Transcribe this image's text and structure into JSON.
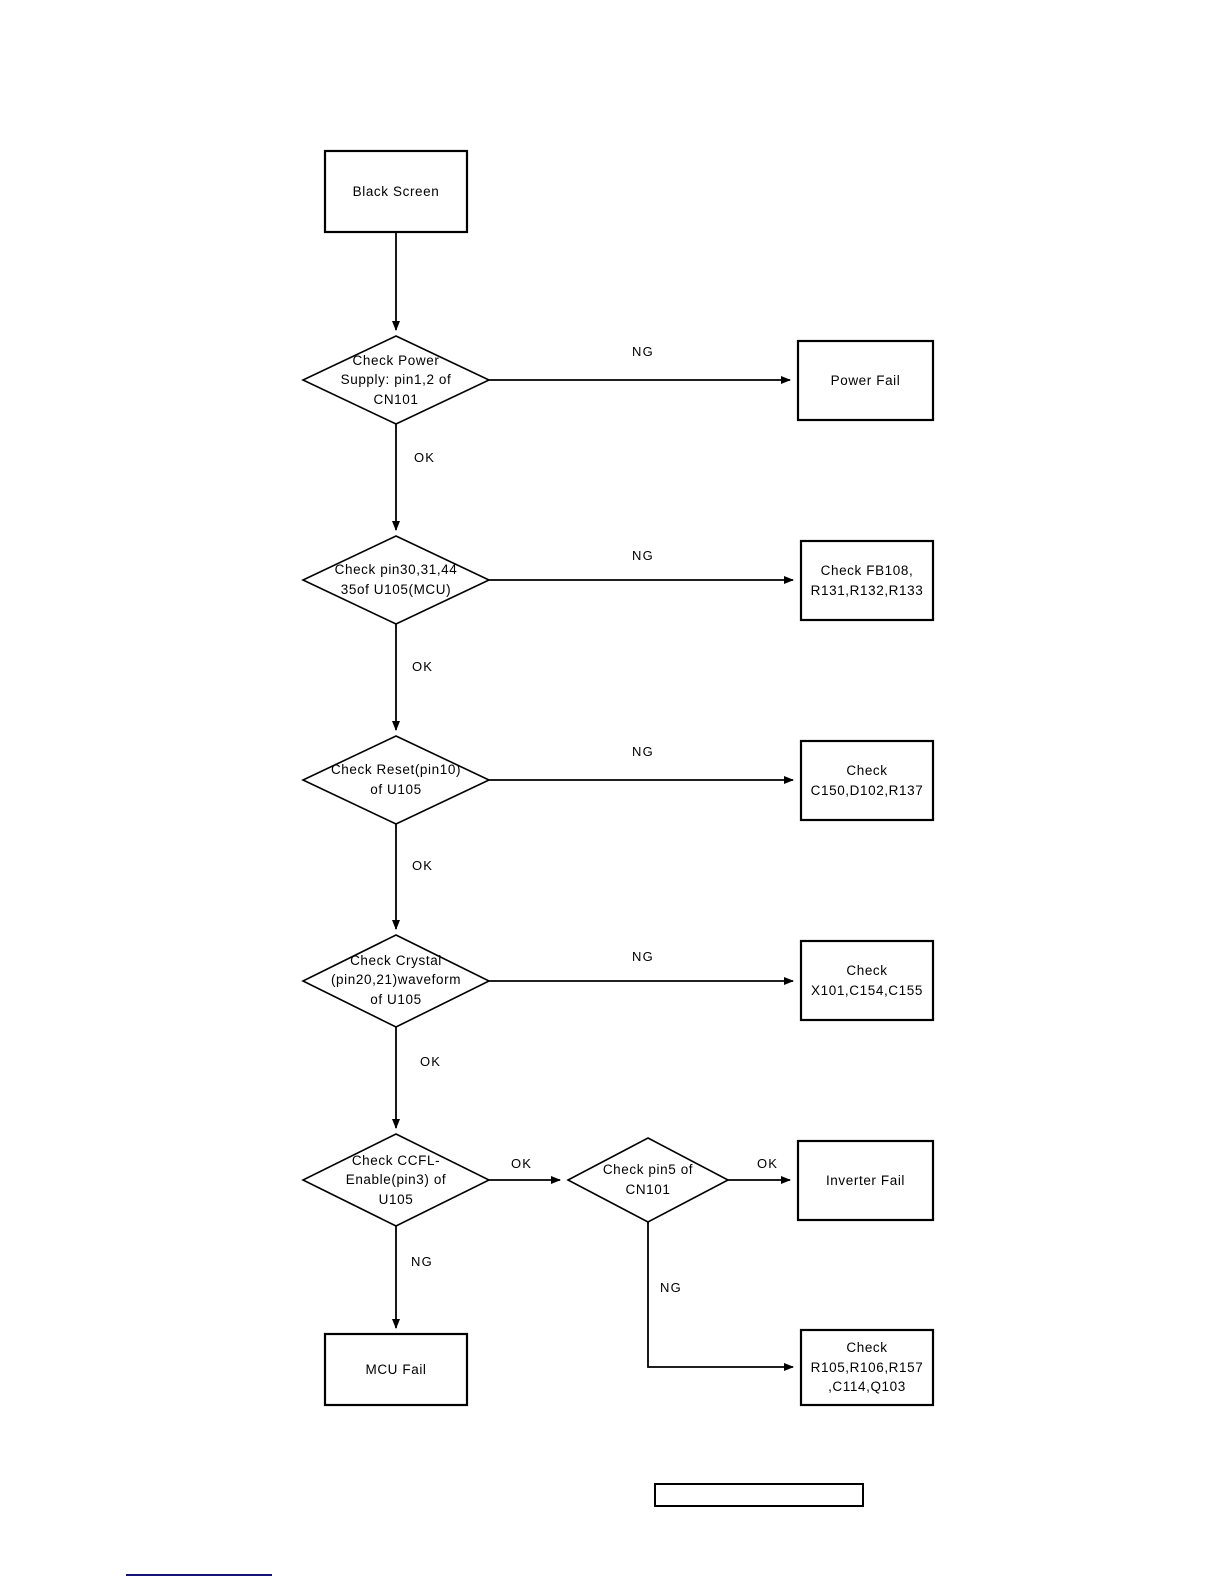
{
  "diagram": {
    "title": "Black Screen Troubleshooting Flowchart",
    "type": "flowchart",
    "line_color": "#000000",
    "background_color": "#ffffff",
    "footer_rule_color": "#141478",
    "nodes": [
      {
        "id": "start",
        "shape": "rect",
        "label": "Black Screen"
      },
      {
        "id": "check-power",
        "shape": "diamond",
        "label": "Check Power\nSupply: pin1,2 of\nCN101"
      },
      {
        "id": "power-fail",
        "shape": "rect",
        "label": "Power Fail"
      },
      {
        "id": "check-mcu-pins",
        "shape": "diamond",
        "label": "Check pin30,31,44\n35of U105(MCU)"
      },
      {
        "id": "check-fb108",
        "shape": "rect",
        "label": "Check FB108,\nR131,R132,R133"
      },
      {
        "id": "check-reset",
        "shape": "diamond",
        "label": "Check Reset(pin10)\nof U105"
      },
      {
        "id": "check-c150",
        "shape": "rect",
        "label": "Check\nC150,D102,R137"
      },
      {
        "id": "check-crystal",
        "shape": "diamond",
        "label": "Check Crystal\n(pin20,21)waveform\nof U105"
      },
      {
        "id": "check-x101",
        "shape": "rect",
        "label": "Check\nX101,C154,C155"
      },
      {
        "id": "check-ccfl",
        "shape": "diamond",
        "label": "Check CCFL-\nEnable(pin3) of\nU105"
      },
      {
        "id": "check-pin5",
        "shape": "diamond",
        "label": "Check pin5 of\nCN101"
      },
      {
        "id": "inverter-fail",
        "shape": "rect",
        "label": "Inverter Fail"
      },
      {
        "id": "mcu-fail",
        "shape": "rect",
        "label": "MCU Fail"
      },
      {
        "id": "check-r105",
        "shape": "rect",
        "label": "Check\nR105,R106,R157\n,C114,Q103"
      },
      {
        "id": "footer-box",
        "shape": "rect",
        "label": ""
      }
    ],
    "edges": [
      {
        "id": "e-start-power",
        "from": "start",
        "to": "check-power",
        "label": ""
      },
      {
        "id": "e-power-ng",
        "from": "check-power",
        "to": "power-fail",
        "label": "NG"
      },
      {
        "id": "e-power-ok",
        "from": "check-power",
        "to": "check-mcu-pins",
        "label": "OK"
      },
      {
        "id": "e-mcu-ng",
        "from": "check-mcu-pins",
        "to": "check-fb108",
        "label": "NG"
      },
      {
        "id": "e-mcu-ok",
        "from": "check-mcu-pins",
        "to": "check-reset",
        "label": "OK"
      },
      {
        "id": "e-reset-ng",
        "from": "check-reset",
        "to": "check-c150",
        "label": "NG"
      },
      {
        "id": "e-reset-ok",
        "from": "check-reset",
        "to": "check-crystal",
        "label": "OK"
      },
      {
        "id": "e-crystal-ng",
        "from": "check-crystal",
        "to": "check-x101",
        "label": "NG"
      },
      {
        "id": "e-crystal-ok",
        "from": "check-crystal",
        "to": "check-ccfl",
        "label": "OK"
      },
      {
        "id": "e-ccfl-ok",
        "from": "check-ccfl",
        "to": "check-pin5",
        "label": "OK"
      },
      {
        "id": "e-ccfl-ng",
        "from": "check-ccfl",
        "to": "mcu-fail",
        "label": "NG"
      },
      {
        "id": "e-pin5-ok",
        "from": "check-pin5",
        "to": "inverter-fail",
        "label": "OK"
      },
      {
        "id": "e-pin5-ng",
        "from": "check-pin5",
        "to": "check-r105",
        "label": "NG"
      }
    ]
  }
}
